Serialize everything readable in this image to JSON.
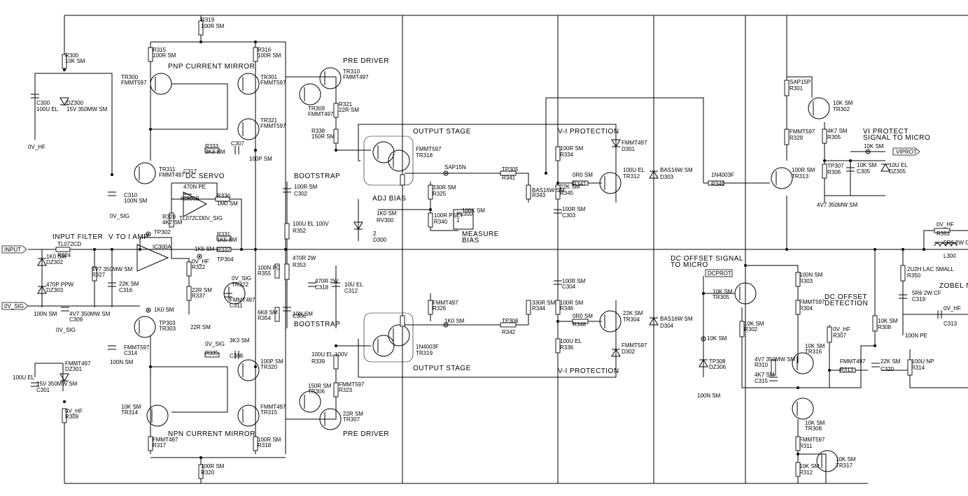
{
  "section_labels": [
    "PNP CURRENT MIRROR",
    "PRE DRIVER",
    "DC SERVO",
    "OUTPUT STAGE",
    "V-I PROTECTION",
    "VI PROTECT",
    "SIGNAL TO MICRO",
    "BOOTSTRAP",
    "ADJ BIAS",
    "MEASURE",
    "BIAS",
    "INPUT FILTER",
    "V TO I AMP",
    "DC OFFSET SIGNAL",
    "TO MICRO",
    "ZOBEL N",
    "DC OFFSET",
    "DETECTION",
    "BOOTSTRAP",
    "OUTPUT STAGE",
    "V-I PROTECTION",
    "NPN CURRENT MIRROR",
    "PRE DRIVER"
  ],
  "flags": [
    "INPUT",
    "0V_SIG",
    "VIPROT",
    "DCPROT"
  ],
  "component_labels": [
    "R319",
    "100R SM",
    "R300",
    "10K SM",
    "C300",
    "100U EL",
    "DZ300",
    "15V 350MW SM",
    "0V_HF",
    "R315",
    "100R SM",
    "R316",
    "100R SM",
    "TR300",
    "FMMT597",
    "TR301",
    "FMMT597",
    "TR310",
    "FMMT497",
    "TR309",
    "FMMT497",
    "R321",
    "22R SM",
    "R338",
    "150R SM",
    "TR321",
    "FMMT597",
    "R333",
    "3K3 SM",
    "C307",
    "100P SM",
    "TR311",
    "FMMT497",
    "C317",
    "470N PE",
    "IC300B",
    "R330",
    "1M0 SM",
    "R328",
    "4K7 SM",
    "TL072CD",
    "0V_SIG",
    "C310",
    "100N SM",
    "0V_SIG",
    "TP302",
    "IC300A",
    "R331",
    "1K5 SM",
    "R332",
    "1K5 SM",
    "TP304",
    "TL072CD",
    "R324",
    "1K0 SM",
    "DZ302",
    "4V7 350MW SM",
    "R327",
    "22K SM",
    "C316",
    "470P PPW",
    "DZ303",
    "4V7 350MW SM",
    "C309",
    "100N SM",
    "0V_SIG",
    "0V_HF",
    "R322",
    "22R SM",
    "R337",
    "22R SM",
    "0V_SIG",
    "TR322",
    "FMMT497",
    "C311",
    "100N PC",
    "R355",
    "6K8 SM",
    "R354",
    "1K0 SM",
    "TP303",
    "TR303",
    "FMMT597",
    "C314",
    "100N SM",
    "0V_SIG",
    "R335",
    "3K3 SM",
    "C308",
    "100P SM",
    "TR320",
    "FMMT497",
    "DZ301",
    "15V 350MW SM",
    "C301",
    "100U EL",
    "0V_HF",
    "R309",
    "10K SM",
    "TR314",
    "FMMT497",
    "TR315",
    "FMMT497",
    "R317",
    "100R SM",
    "R318",
    "100R SM",
    "R320",
    "100R SM",
    "C302",
    "100U EL 100V",
    "R352",
    "470R 2W",
    "R353",
    "470R 2W",
    "C318",
    "10U EL",
    "C312",
    "10N SM",
    "C306",
    "100U EL 100V",
    "R339",
    "150R SM",
    "TR306",
    "FMMT597",
    "R323",
    "22R SM",
    "TR307",
    "FMMT597",
    "TR318",
    "SAP15N",
    "TP305",
    "R341",
    "330R SM",
    "R325",
    "1K0 SM",
    "RV300",
    "100R PSET",
    "R340",
    "100K SM",
    "PL300",
    "1",
    "2",
    "D300",
    "BAS16W SM",
    "R343",
    "100R SM",
    "R334",
    "22K SM",
    "R345",
    "0R0 SM",
    "R347",
    "100R SM",
    "C303",
    "100U EL",
    "TR312",
    "FMMT497",
    "D301",
    "BAS16W SM",
    "D303",
    "1N4003F",
    "R349",
    "100R SM",
    "TR313",
    "FMMT497",
    "R326",
    "1K0 SM",
    "TP306",
    "R342",
    "330R SM",
    "R344",
    "100R SM",
    "R346",
    "0R0 SM",
    "R348",
    "100R SM",
    "C304",
    "100U EL",
    "R336",
    "22K SM",
    "TR304",
    "FMMT597",
    "D302",
    "BAS16W SM",
    "D304",
    "1N4003F",
    "TR319",
    "SAP15P",
    "R301",
    "10K SM",
    "TR302",
    "FMMT597",
    "R329",
    "4K7 SM",
    "R305",
    "10K SM",
    "TP307",
    "R306",
    "10K SM",
    "C305",
    "10U EL",
    "DZ305",
    "4V7 350MW SM",
    "0V_HF",
    "R351",
    "5R6 2W CF",
    "L300",
    "2U2H LAC SMALL",
    "R350",
    "5R6 2W CF",
    "C319",
    "100N PE",
    "0V_HF",
    "C313",
    "100N SM",
    "R303",
    "10K SM",
    "TR305",
    "FMMT597",
    "R304",
    "10K SM",
    "R302",
    "10K SM",
    "TP308",
    "DZ306",
    "4V7 350MW SM",
    "R310",
    "4K7 SM",
    "C315",
    "100N SM",
    "0V_HF",
    "R307",
    "10K SM",
    "TR316",
    "FMMT497",
    "R313",
    "10K SM",
    "R308",
    "22K SM",
    "C320",
    "100U NP",
    "R314",
    "10K SM",
    "TR308",
    "FMMT597",
    "R311",
    "10K SM",
    "R312",
    "10K SM",
    "TR317",
    "FMMT497"
  ]
}
